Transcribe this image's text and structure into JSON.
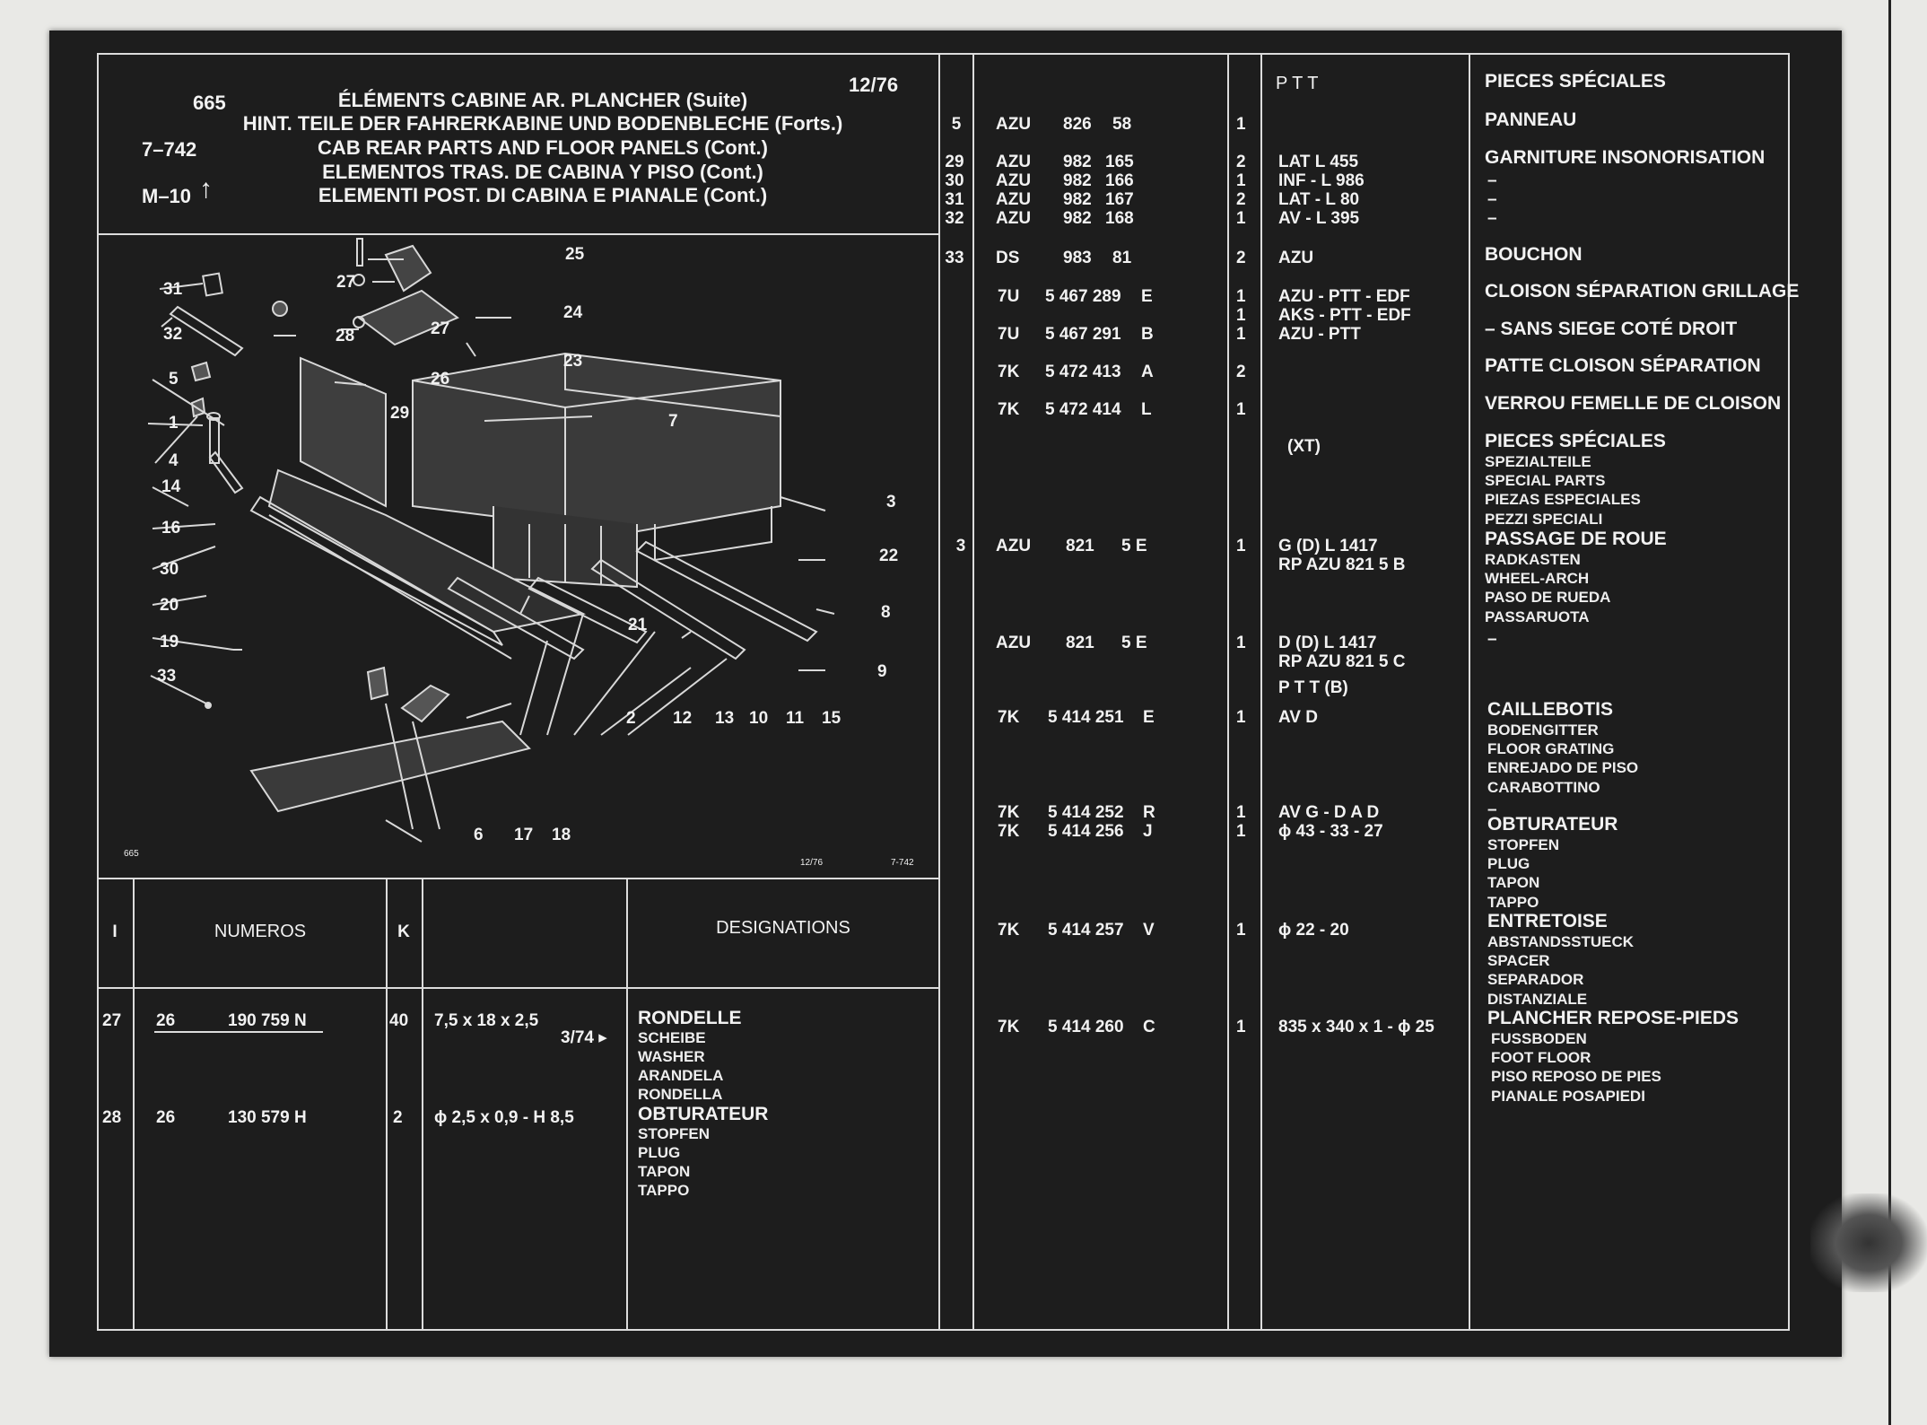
{
  "header": {
    "ref_665": "665",
    "ref_7742": "7–742",
    "ref_m10": "M–10",
    "date": "12/76",
    "title_fr": "ÉLÉMENTS CABINE AR. PLANCHER (Suite)",
    "title_de": "HINT. TEILE DER FAHRERKABINE UND BODENBLECHE (Forts.)",
    "title_en": "CAB REAR PARTS AND FLOOR PANELS (Cont.)",
    "title_es": "ELEMENTOS TRAS. DE CABINA Y PISO (Cont.)",
    "title_it": "ELEMENTI POST. DI CABINA E PIANALE (Cont.)"
  },
  "diagram": {
    "labels": [
      "25",
      "27",
      "31",
      "24",
      "32",
      "28",
      "27",
      "23",
      "5",
      "26",
      "29",
      "7",
      "1",
      "4",
      "14",
      "3",
      "16",
      "22",
      "30",
      "20",
      "8",
      "21",
      "19",
      "9",
      "33",
      "2",
      "12",
      "13",
      "10",
      "11",
      "15",
      "6",
      "17",
      "18"
    ],
    "corner_left": "665",
    "corner_date": "12/76",
    "corner_right": "7-742"
  },
  "table_head": {
    "col_i": "I",
    "col_numeros": "NUMEROS",
    "col_k": "K",
    "col_designations": "DESIGNATIONS"
  },
  "left_rows": [
    {
      "i": "27",
      "a": "26",
      "num": "190  759  N",
      "k": "40",
      "dim": "7,5 x 18 x 2,5",
      "note": "3/74 ▸",
      "lines": [
        "RONDELLE",
        "SCHEIBE",
        "WASHER",
        "ARANDELA",
        "RONDELLA"
      ]
    },
    {
      "i": "28",
      "a": "26",
      "num": "130  579  H",
      "k": "2",
      "dim": "ϕ 2,5 x 0,9 - H 8,5",
      "lines": [
        "OBTURATEUR",
        "STOPFEN",
        "PLUG",
        "TAPON",
        "TAPPO"
      ]
    }
  ],
  "right_header": {
    "ptt": "P T T",
    "pieces": "PIECES SPÉCIALES",
    "panneau": "PANNEAU"
  },
  "right_rows": [
    {
      "i": "5",
      "a": "AZU",
      "b": "826",
      "c": "58",
      "k": "1",
      "spec": "",
      "desig": ""
    },
    {
      "i": "29",
      "a": "AZU",
      "b": "982",
      "c": "165",
      "k": "2",
      "spec": "LAT L 455",
      "desig": "GARNITURE INSONORISATION"
    },
    {
      "i": "30",
      "a": "AZU",
      "b": "982",
      "c": "166",
      "k": "1",
      "spec": "INF - L 986",
      "desig": "–"
    },
    {
      "i": "31",
      "a": "AZU",
      "b": "982",
      "c": "167",
      "k": "2",
      "spec": "LAT - L 80",
      "desig": "–"
    },
    {
      "i": "32",
      "a": "AZU",
      "b": "982",
      "c": "168",
      "k": "1",
      "spec": "AV - L 395",
      "desig": "–"
    },
    {
      "i": "33",
      "a": "DS",
      "b": "983",
      "c": "81",
      "k": "2",
      "spec": "AZU",
      "desig": "BOUCHON"
    },
    {
      "i": "",
      "a": "7U",
      "b": "5  467  289",
      "c": "E",
      "k": "1",
      "spec": "AZU - PTT - EDF",
      "desig": "CLOISON SÉPARATION GRILLAGE"
    },
    {
      "i": "",
      "a": "",
      "b": "",
      "c": "",
      "k": "1",
      "spec": "AKS - PTT - EDF",
      "desig": ""
    },
    {
      "i": "",
      "a": "7U",
      "b": "5  467  291",
      "c": "B",
      "k": "1",
      "spec": "AZU - PTT",
      "desig": "– SANS SIEGE COTÉ DROIT"
    },
    {
      "i": "",
      "a": "7K",
      "b": "5  472  413",
      "c": "A",
      "k": "2",
      "spec": "",
      "desig": "PATTE CLOISON SÉPARATION"
    },
    {
      "i": "",
      "a": "7K",
      "b": "5  472  414",
      "c": "L",
      "k": "1",
      "spec": "",
      "desig": "VERROU FEMELLE DE CLOISON"
    },
    {
      "i": "3",
      "a": "AZU",
      "b": "821",
      "c": "5  E",
      "k": "1",
      "spec": "G (D) L 1417",
      "desig": ""
    },
    {
      "i": "",
      "a": "AZU",
      "b": "821",
      "c": "5  E",
      "k": "1",
      "spec": "D (D) L 1417",
      "desig": ""
    },
    {
      "i": "",
      "a": "7K",
      "b": "5  414  251",
      "c": "E",
      "k": "1",
      "spec": "AV D",
      "desig": ""
    },
    {
      "i": "",
      "a": "7K",
      "b": "5  414  252",
      "c": "R",
      "k": "1",
      "spec": "AV G - D A D",
      "desig": ""
    },
    {
      "i": "",
      "a": "7K",
      "b": "5  414  256",
      "c": "J",
      "k": "1",
      "spec": "ϕ 43 - 33 - 27",
      "desig": ""
    },
    {
      "i": "",
      "a": "7K",
      "b": "5  414  257",
      "c": "V",
      "k": "1",
      "spec": "ϕ 22 - 20",
      "desig": ""
    },
    {
      "i": "",
      "a": "7K",
      "b": "5  414  260",
      "c": "C",
      "k": "1",
      "spec": "835 x 340 x 1 - ϕ 25",
      "desig": ""
    }
  ],
  "right_extra": {
    "xt": "(XT)",
    "rp_g": "RP AZU 821    5 B",
    "rp_d": "RP AZU 821    5 C",
    "ptt_b": "P T T  (B)",
    "dash1": "–",
    "dash2": "–"
  },
  "right_blocks": [
    {
      "lines": [
        "PIECES SPÉCIALES",
        "SPEZIALTEILE",
        "SPECIAL PARTS",
        "PIEZAS ESPECIALES",
        "PEZZI SPECIALI"
      ]
    },
    {
      "lines": [
        "PASSAGE DE ROUE",
        "RADKASTEN",
        "WHEEL-ARCH",
        "PASO DE RUEDA",
        "PASSARUOTA"
      ]
    },
    {
      "lines": [
        "CAILLEBOTIS",
        "BODENGITTER",
        "FLOOR GRATING",
        "ENREJADO DE PISO",
        "CARABOTTINO"
      ]
    },
    {
      "lines": [
        "OBTURATEUR",
        "STOPFEN",
        "PLUG",
        "TAPON",
        "TAPPO"
      ]
    },
    {
      "lines": [
        "ENTRETOISE",
        "ABSTANDSSTUECK",
        "SPACER",
        "SEPARADOR",
        "DISTANZIALE"
      ]
    },
    {
      "lines": [
        "PLANCHER REPOSE-PIEDS",
        "FUSSBODEN",
        "FOOT FLOOR",
        "PISO REPOSO DE PIES",
        "PIANALE POSAPIEDI"
      ]
    }
  ]
}
